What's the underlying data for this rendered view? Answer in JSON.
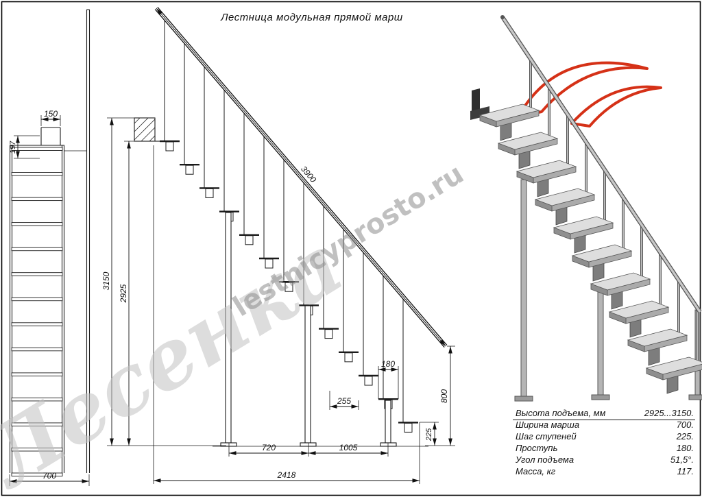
{
  "title": "Лестница модульная прямой марш",
  "watermark": {
    "large": "Лесенка",
    "site": "lestnicyprosto.ru"
  },
  "front_view": {
    "dim_top_width": "150",
    "dim_top_height": "197",
    "dim_width": "700"
  },
  "side_view": {
    "dim_rail": "3900",
    "dim_height_total": "3150",
    "dim_height_clear": "2925",
    "dim_span1": "720",
    "dim_span2": "1005",
    "dim_run": "2418",
    "dim_module": "255",
    "dim_tread": "180",
    "dim_rise": "225",
    "dim_post": "800"
  },
  "specs": {
    "rows": [
      {
        "label": "Высота подъема, мм",
        "value": "2925...3150."
      },
      {
        "label": "Ширина марша",
        "value": "700."
      },
      {
        "label": "Шаг ступеней",
        "value": "225."
      },
      {
        "label": "Проступь",
        "value": "180."
      },
      {
        "label": "Угол подъема",
        "value": "51,5°."
      },
      {
        "label": "Масса, кг",
        "value": "117."
      }
    ]
  },
  "colors": {
    "accent_red": "#d53117",
    "line": "#1a1a1a",
    "watermark_gray": "#9a9a9a"
  }
}
